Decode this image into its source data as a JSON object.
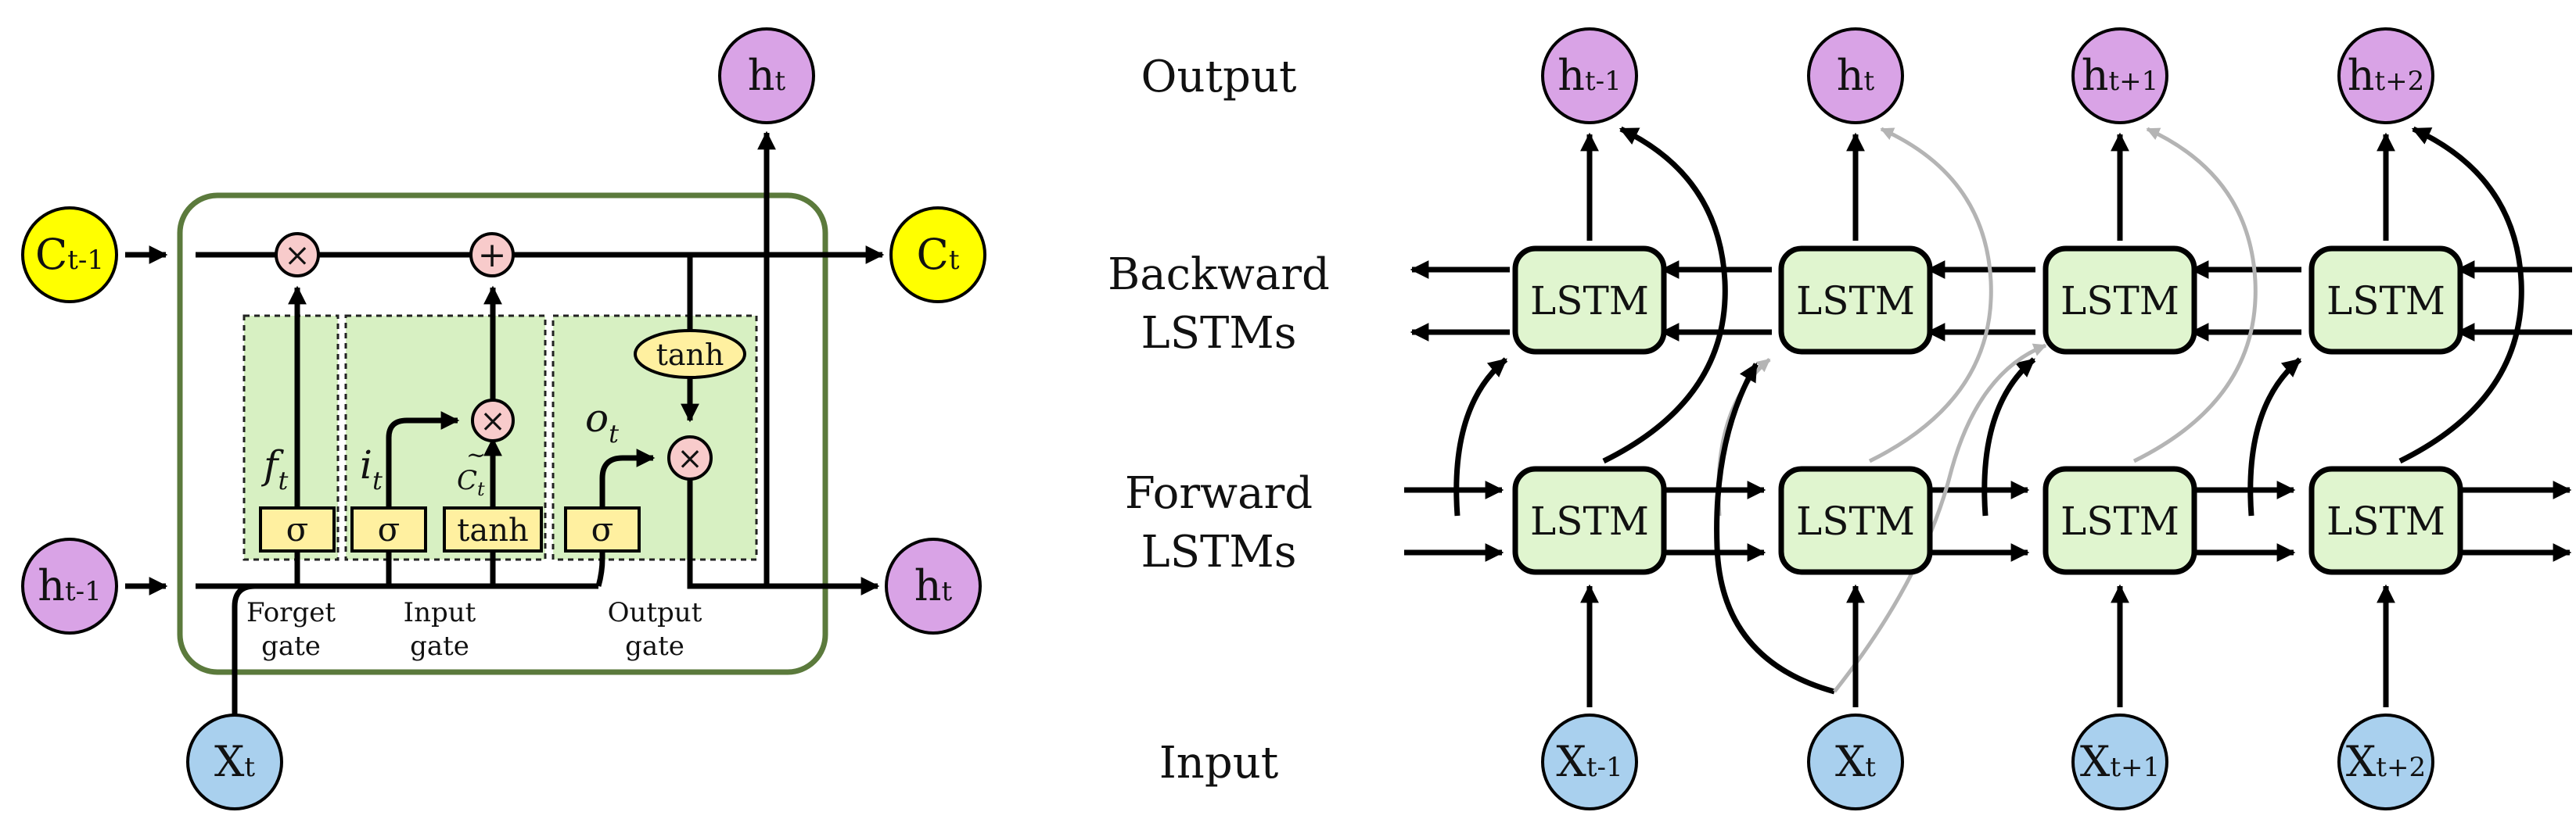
{
  "cell": {
    "inputs": {
      "c_prev": "C",
      "c_prev_sub": "t-1",
      "h_prev": "h",
      "h_prev_sub": "t-1",
      "x": "X",
      "x_sub": "t"
    },
    "outputs": {
      "c": "C",
      "c_sub": "t",
      "h_right": "h",
      "h_right_sub": "t",
      "h_top": "h",
      "h_top_sub": "t"
    },
    "ops": {
      "multiply": "×",
      "add": "+"
    },
    "gates": {
      "forget": {
        "activation": "σ",
        "signal": "f",
        "signal_sub": "t",
        "caption_line1": "Forget",
        "caption_line2": "gate"
      },
      "input": {
        "activation": "σ",
        "candidate": "tanh",
        "signal": "i",
        "signal_sub": "t",
        "candidate_signal": "C",
        "candidate_signal_sub": "t",
        "candidate_accent": "~",
        "caption_line1": "Input",
        "caption_line2": "gate"
      },
      "output": {
        "activation": "σ",
        "cell_activation": "tanh",
        "signal": "o",
        "signal_sub": "t",
        "caption_line1": "Output",
        "caption_line2": "gate"
      }
    }
  },
  "bilstm": {
    "row_labels": {
      "output": "Output",
      "backward_line1": "Backward",
      "backward_line2": "LSTMs",
      "forward_line1": "Forward",
      "forward_line2": "LSTMs",
      "input": "Input"
    },
    "block_label": "LSTM",
    "timesteps": [
      {
        "out": "h",
        "out_sub": "t-1",
        "in": "X",
        "in_sub": "t-1"
      },
      {
        "out": "h",
        "out_sub": "t",
        "in": "X",
        "in_sub": "t"
      },
      {
        "out": "h",
        "out_sub": "t+1",
        "in": "X",
        "in_sub": "t+1"
      },
      {
        "out": "h",
        "out_sub": "t+2",
        "in": "X",
        "in_sub": "t+2"
      }
    ]
  },
  "colors": {
    "c_node": "#ffff00",
    "h_node": "#d9a3e6",
    "x_node": "#a9d0ee",
    "op_node": "#f8cbcb",
    "gate_box": "#fff0a0",
    "gate_region": "#d7f0c2",
    "lstm_block": "#e0f5cf",
    "cell_border": "#5b7a3c",
    "gray_arrow": "#b4b4b4"
  }
}
